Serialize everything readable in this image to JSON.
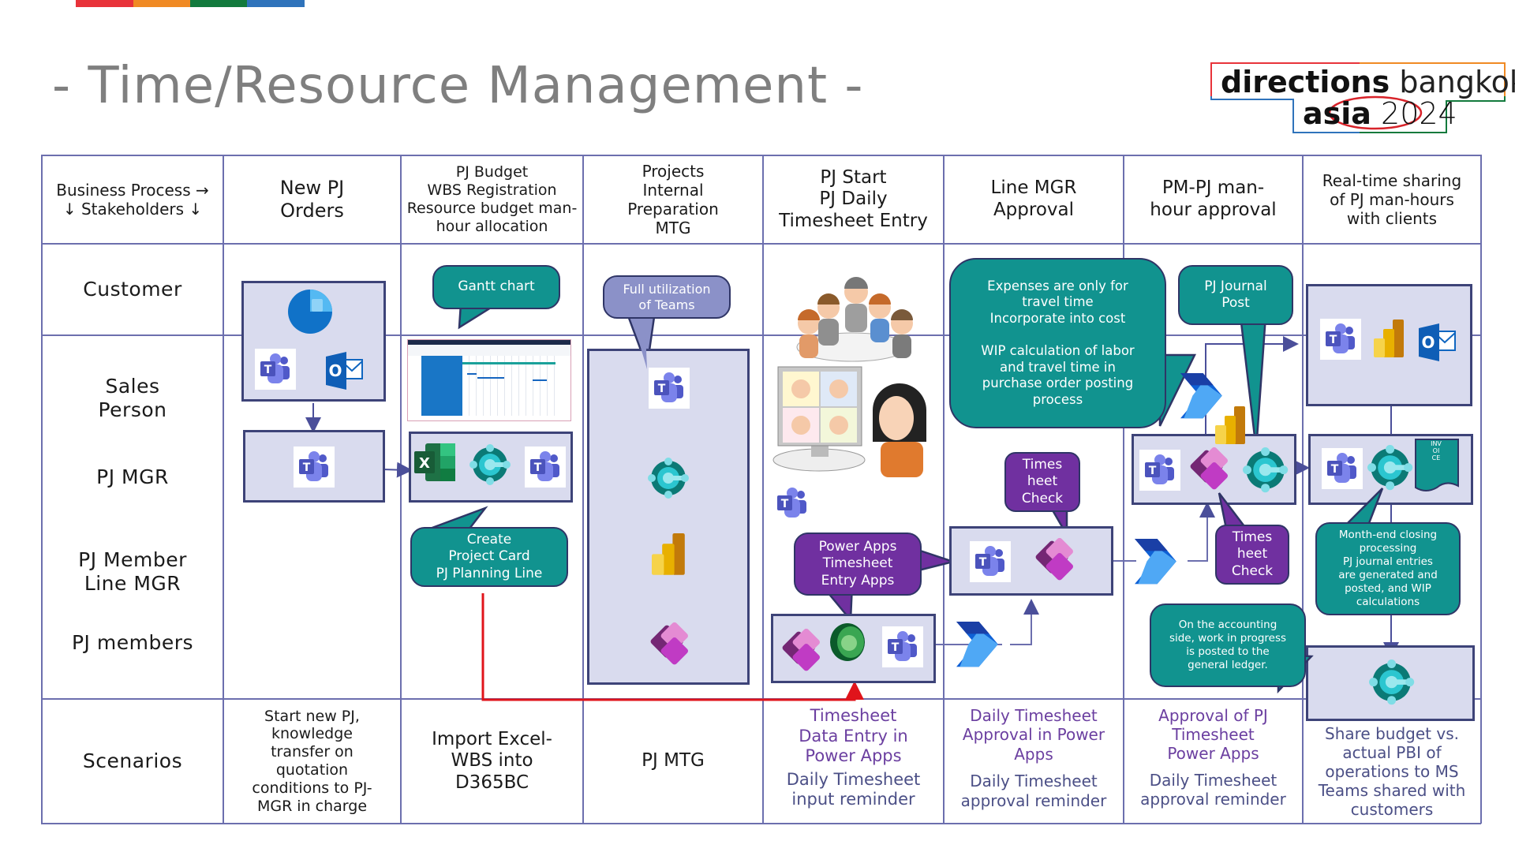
{
  "brand_stripe": [
    "#e8333a",
    "#f08a24",
    "#137a3d",
    "#2f73bb"
  ],
  "title": "- Time/Resource Management -",
  "logo": {
    "word1": "directions",
    "word2": "bangkok",
    "word3": "asia",
    "year": "2024"
  },
  "colors": {
    "grid": "#6c6fae",
    "box_fill": "#d9dbee",
    "box_border": "#3d4378",
    "callout_teal": "#11938f",
    "callout_purple": "#7030a0",
    "callout_lavender": "#8b91c8",
    "scenario_purple": "#6b3fa0",
    "scenario_navy": "#4b4f86",
    "flow_red": "#e0141b"
  },
  "table": {
    "corner": "Business Process →\n↓ Stakeholders ↓",
    "columns": [
      "New PJ\nOrders",
      "PJ Budget\nWBS Registration\nResource budget man-\nhour allocation",
      "Projects\nInternal\nPreparation\nMTG",
      "PJ Start\nPJ Daily\nTimesheet Entry",
      "Line MGR\nApproval",
      "PM-PJ man-\nhour approval",
      "Real-time sharing\nof PJ man-hours\nwith clients"
    ],
    "stakeholders": [
      "Customer",
      "Sales\nPerson",
      "PJ MGR",
      "PJ Member\nLine MGR",
      "PJ members"
    ],
    "scenario_label": "Scenarios",
    "scenarios": {
      "new_pj": "Start new PJ,\nknowledge\ntransfer on\nquotation\nconditions to PJ-\nMGR in charge",
      "budget": "Import Excel-\nWBS into\nD365BC",
      "internal": "PJ  MTG",
      "start_main": "Timesheet\nData Entry in\nPower Apps",
      "start_sub": "Daily Timesheet\ninput reminder",
      "line_main": "Daily Timesheet\nApproval in Power\nApps",
      "line_sub": "Daily Timesheet\napproval reminder",
      "pm_main": "Approval of PJ\nTimesheet\nPower Apps",
      "pm_sub": "Daily Timesheet\napproval reminder",
      "share": "Share budget vs.\nactual PBI of\noperations to  MS\nTeams shared with\ncustomers"
    }
  },
  "callouts": {
    "gantt": "Gantt chart",
    "create_project": "Create\nProject Card\nPJ Planning Line",
    "full_teams": "Full utilization\nof Teams",
    "power_apps_entry": "Power Apps\nTimesheet\nEntry Apps",
    "expenses": "Expenses are only for\ntravel time\nIncorporate into cost\n\nWIP calculation of labor\nand travel time in\npurchase order posting\nprocess",
    "timesheet_check_line": "Times\nheet\nCheck",
    "pj_journal": "PJ Journal\nPost",
    "timesheet_check_pm": "Times\nheet\nCheck",
    "accounting": "On the accounting\nside, work in progress\nis posted to the\ngeneral ledger.",
    "month_end": "Month-end closing\nprocessing\nPJ journal entries\nare generated and\nposted, and WIP\ncalculations"
  },
  "icons": {
    "invoice_label": "INVOICE",
    "teams_letter": "T",
    "outlook_letter": "O",
    "excel_letter": "X"
  }
}
